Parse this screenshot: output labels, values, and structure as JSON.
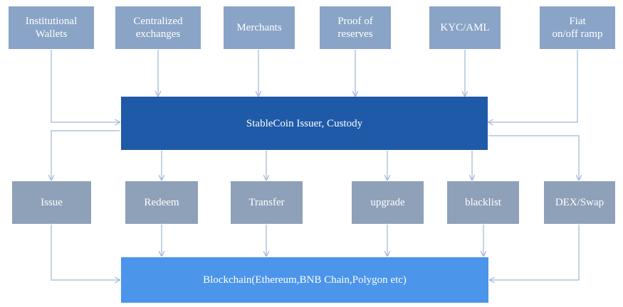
{
  "inputs": [
    {
      "label": "Institutional\nWallets"
    },
    {
      "label": "Centralized\nexchanges"
    },
    {
      "label": "Merchants"
    },
    {
      "label": "Proof of\nreserves"
    },
    {
      "label": "KYC/AML"
    },
    {
      "label": "Fiat\non/off ramp"
    }
  ],
  "issuer": {
    "label": "StableCoin Issuer, Custody"
  },
  "operations": [
    {
      "label": "Issue"
    },
    {
      "label": "Redeem"
    },
    {
      "label": "Transfer"
    },
    {
      "label": "upgrade"
    },
    {
      "label": "blacklist"
    },
    {
      "label": "DEX/Swap"
    }
  ],
  "blockchain": {
    "label": "Blockchain(Ethereum,BNB Chain,Polygon etc)"
  },
  "colors": {
    "top_box": "#89a4c6",
    "ops_box": "#8fa1b8",
    "issuer": "#1f5aa8",
    "blockchain": "#4b95ea",
    "connector": "#9fb6d4"
  }
}
